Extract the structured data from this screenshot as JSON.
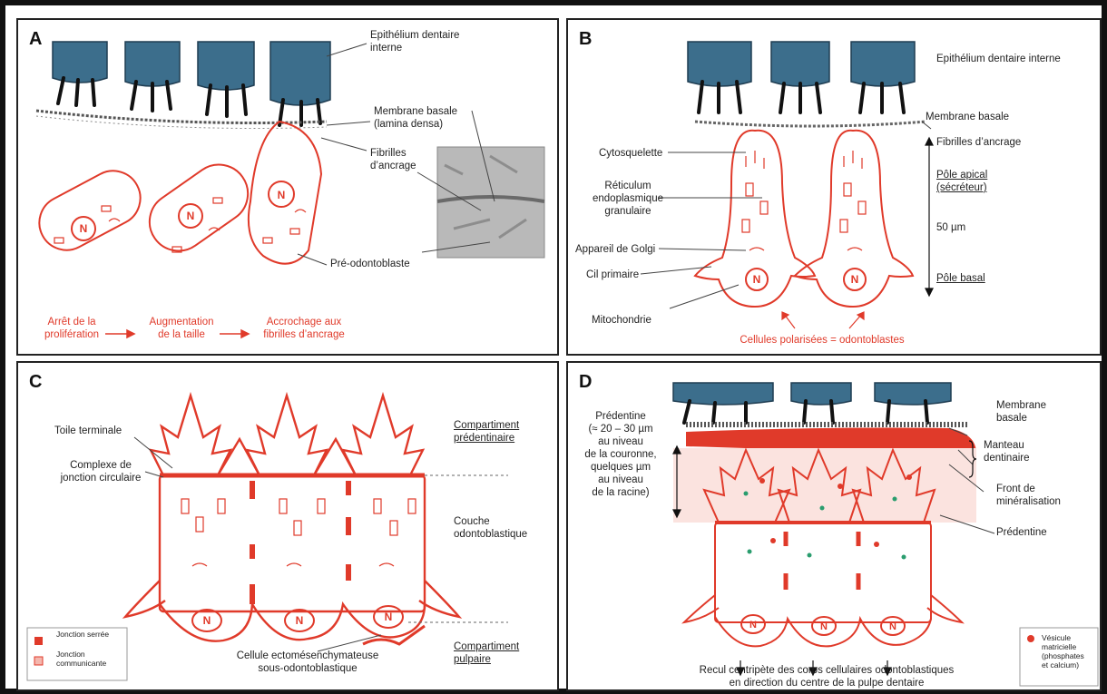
{
  "colors": {
    "red": "#e03a2a",
    "blue": "#3c6e8c",
    "dark": "#222222",
    "pink": "#f4b7ae"
  },
  "panelA": {
    "label": "A",
    "epithelium": "Epithélium dentaire\ninterne",
    "membrane": "Membrane basale\n(lamina densa)",
    "fibrilles": "Fibrilles\nd’ancrage",
    "preodonto": "Pré-odontoblaste",
    "nucleus": "N",
    "steps": [
      "Arrêt de la\nprolifération",
      "Augmentation\nde la taille",
      "Accrochage aux\nfibrilles d’ancrage"
    ]
  },
  "panelB": {
    "label": "B",
    "epithelium": "Epithélium dentaire interne",
    "membrane": "Membrane basale",
    "fibrilles": "Fibrilles d’ancrage",
    "cytosquelette": "Cytosquelette",
    "reticulum": "Réticulum\nendoplasmique\ngranulaire",
    "golgi": "Appareil de Golgi",
    "cil": "Cil primaire",
    "mito": "Mitochondrie",
    "pole_apical": "Pôle apical\n(sécréteur)",
    "size": "50 µm",
    "pole_basal": "Pôle basal",
    "caption": "Cellules polarisées = odontoblastes",
    "nucleus": "N"
  },
  "panelC": {
    "label": "C",
    "toile": "Toile terminale",
    "complexe": "Complexe de\njonction circulaire",
    "comp_pred": "Compartiment\nprédentinaire",
    "couche": "Couche\nodontoblastique",
    "cellule": "Cellule ectomésenchymateuse\nsous-odontoblastique",
    "comp_pulp": "Compartiment\npulpaire",
    "legend_serree": "Jonction serrée",
    "legend_comm": "Jonction\ncommunicante",
    "nucleus": "N"
  },
  "panelD": {
    "label": "D",
    "membrane": "Membrane\nbasale",
    "predentine_note": "Prédentine\n(≈ 20 – 30 µm\nau niveau\nde la couronne,\nquelques µm\nau niveau\nde la racine)",
    "manteau": "Manteau\ndentinaire",
    "front": "Front de\nminéralisation",
    "predentine": "Prédentine",
    "recul": "Recul centripète des corps cellulaires odontoblastiques\nen direction du centre de la pulpe dentaire",
    "vesicule": "Vésicule\nmatricielle\n(phosphates\net calcium)",
    "nucleus": "N"
  }
}
